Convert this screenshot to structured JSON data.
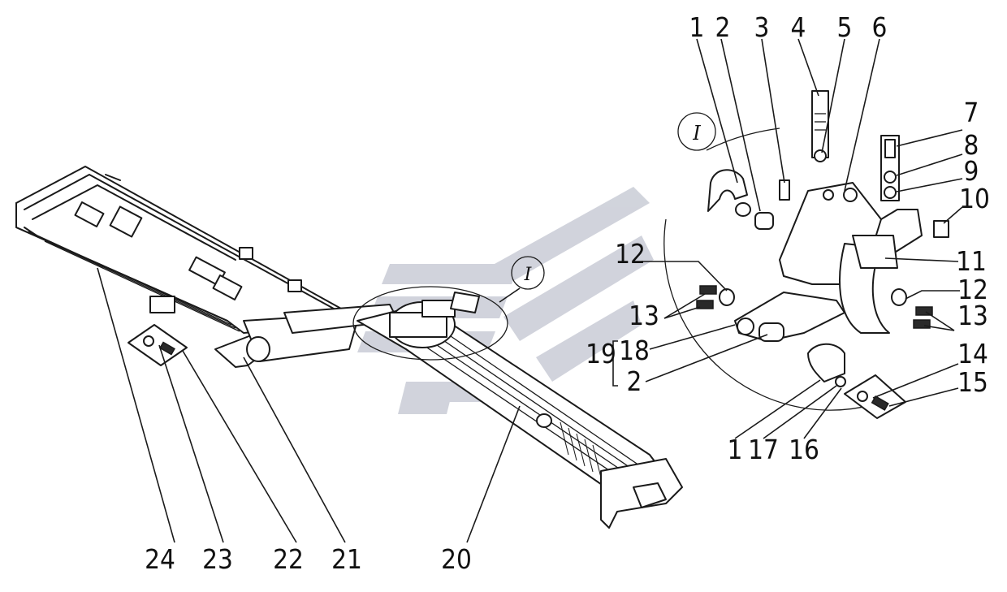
{
  "detail_marker": "I",
  "watermark_colors": {
    "primary": "#c9ccd6"
  },
  "callouts": [
    "1",
    "2",
    "3",
    "4",
    "5",
    "6",
    "7",
    "8",
    "9",
    "10",
    "11",
    "12",
    "12",
    "13",
    "13",
    "14",
    "15",
    "16",
    "17",
    "18",
    "2",
    "19",
    "1",
    "20",
    "21",
    "22",
    "23",
    "24"
  ]
}
